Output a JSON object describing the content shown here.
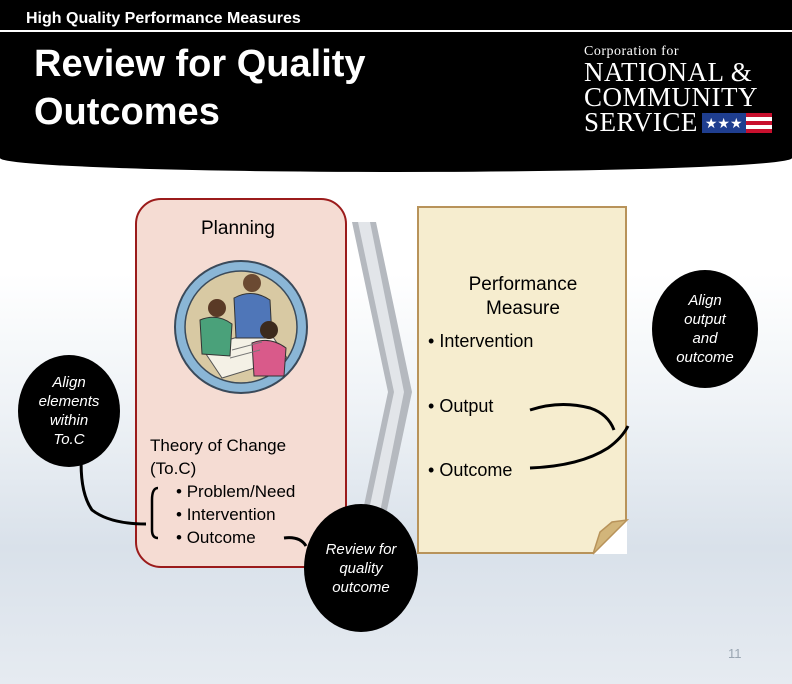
{
  "topbar": {
    "text": "High Quality Performance Measures"
  },
  "title": {
    "line1": "Review for Quality",
    "line2": "Outcomes"
  },
  "logo": {
    "corp": "Corporation for",
    "line1": "NATIONAL &",
    "line2": "COMMUNITY",
    "line3": "SERVICE",
    "stars": "★★★"
  },
  "planning": {
    "label": "Planning",
    "toc_heading1": "Theory of Change",
    "toc_heading2": "(To.C)",
    "items": [
      "Problem/Need",
      "Intervention",
      "Outcome"
    ]
  },
  "performance": {
    "title1": "Performance",
    "title2": "Measure",
    "items": [
      "Intervention",
      "Output",
      "Outcome"
    ]
  },
  "bubbles": {
    "left": [
      "Align",
      "elements",
      "within",
      "To.C"
    ],
    "right": [
      "Align",
      "output",
      "and",
      "outcome"
    ],
    "bottom": [
      "Review for",
      "quality",
      "outcome"
    ]
  },
  "page_number": "11",
  "colors": {
    "planning_fill": "#f5dcd3",
    "planning_border": "#9b1b1b",
    "pm_fill": "#f6edcf",
    "pm_border": "#b8935a"
  }
}
